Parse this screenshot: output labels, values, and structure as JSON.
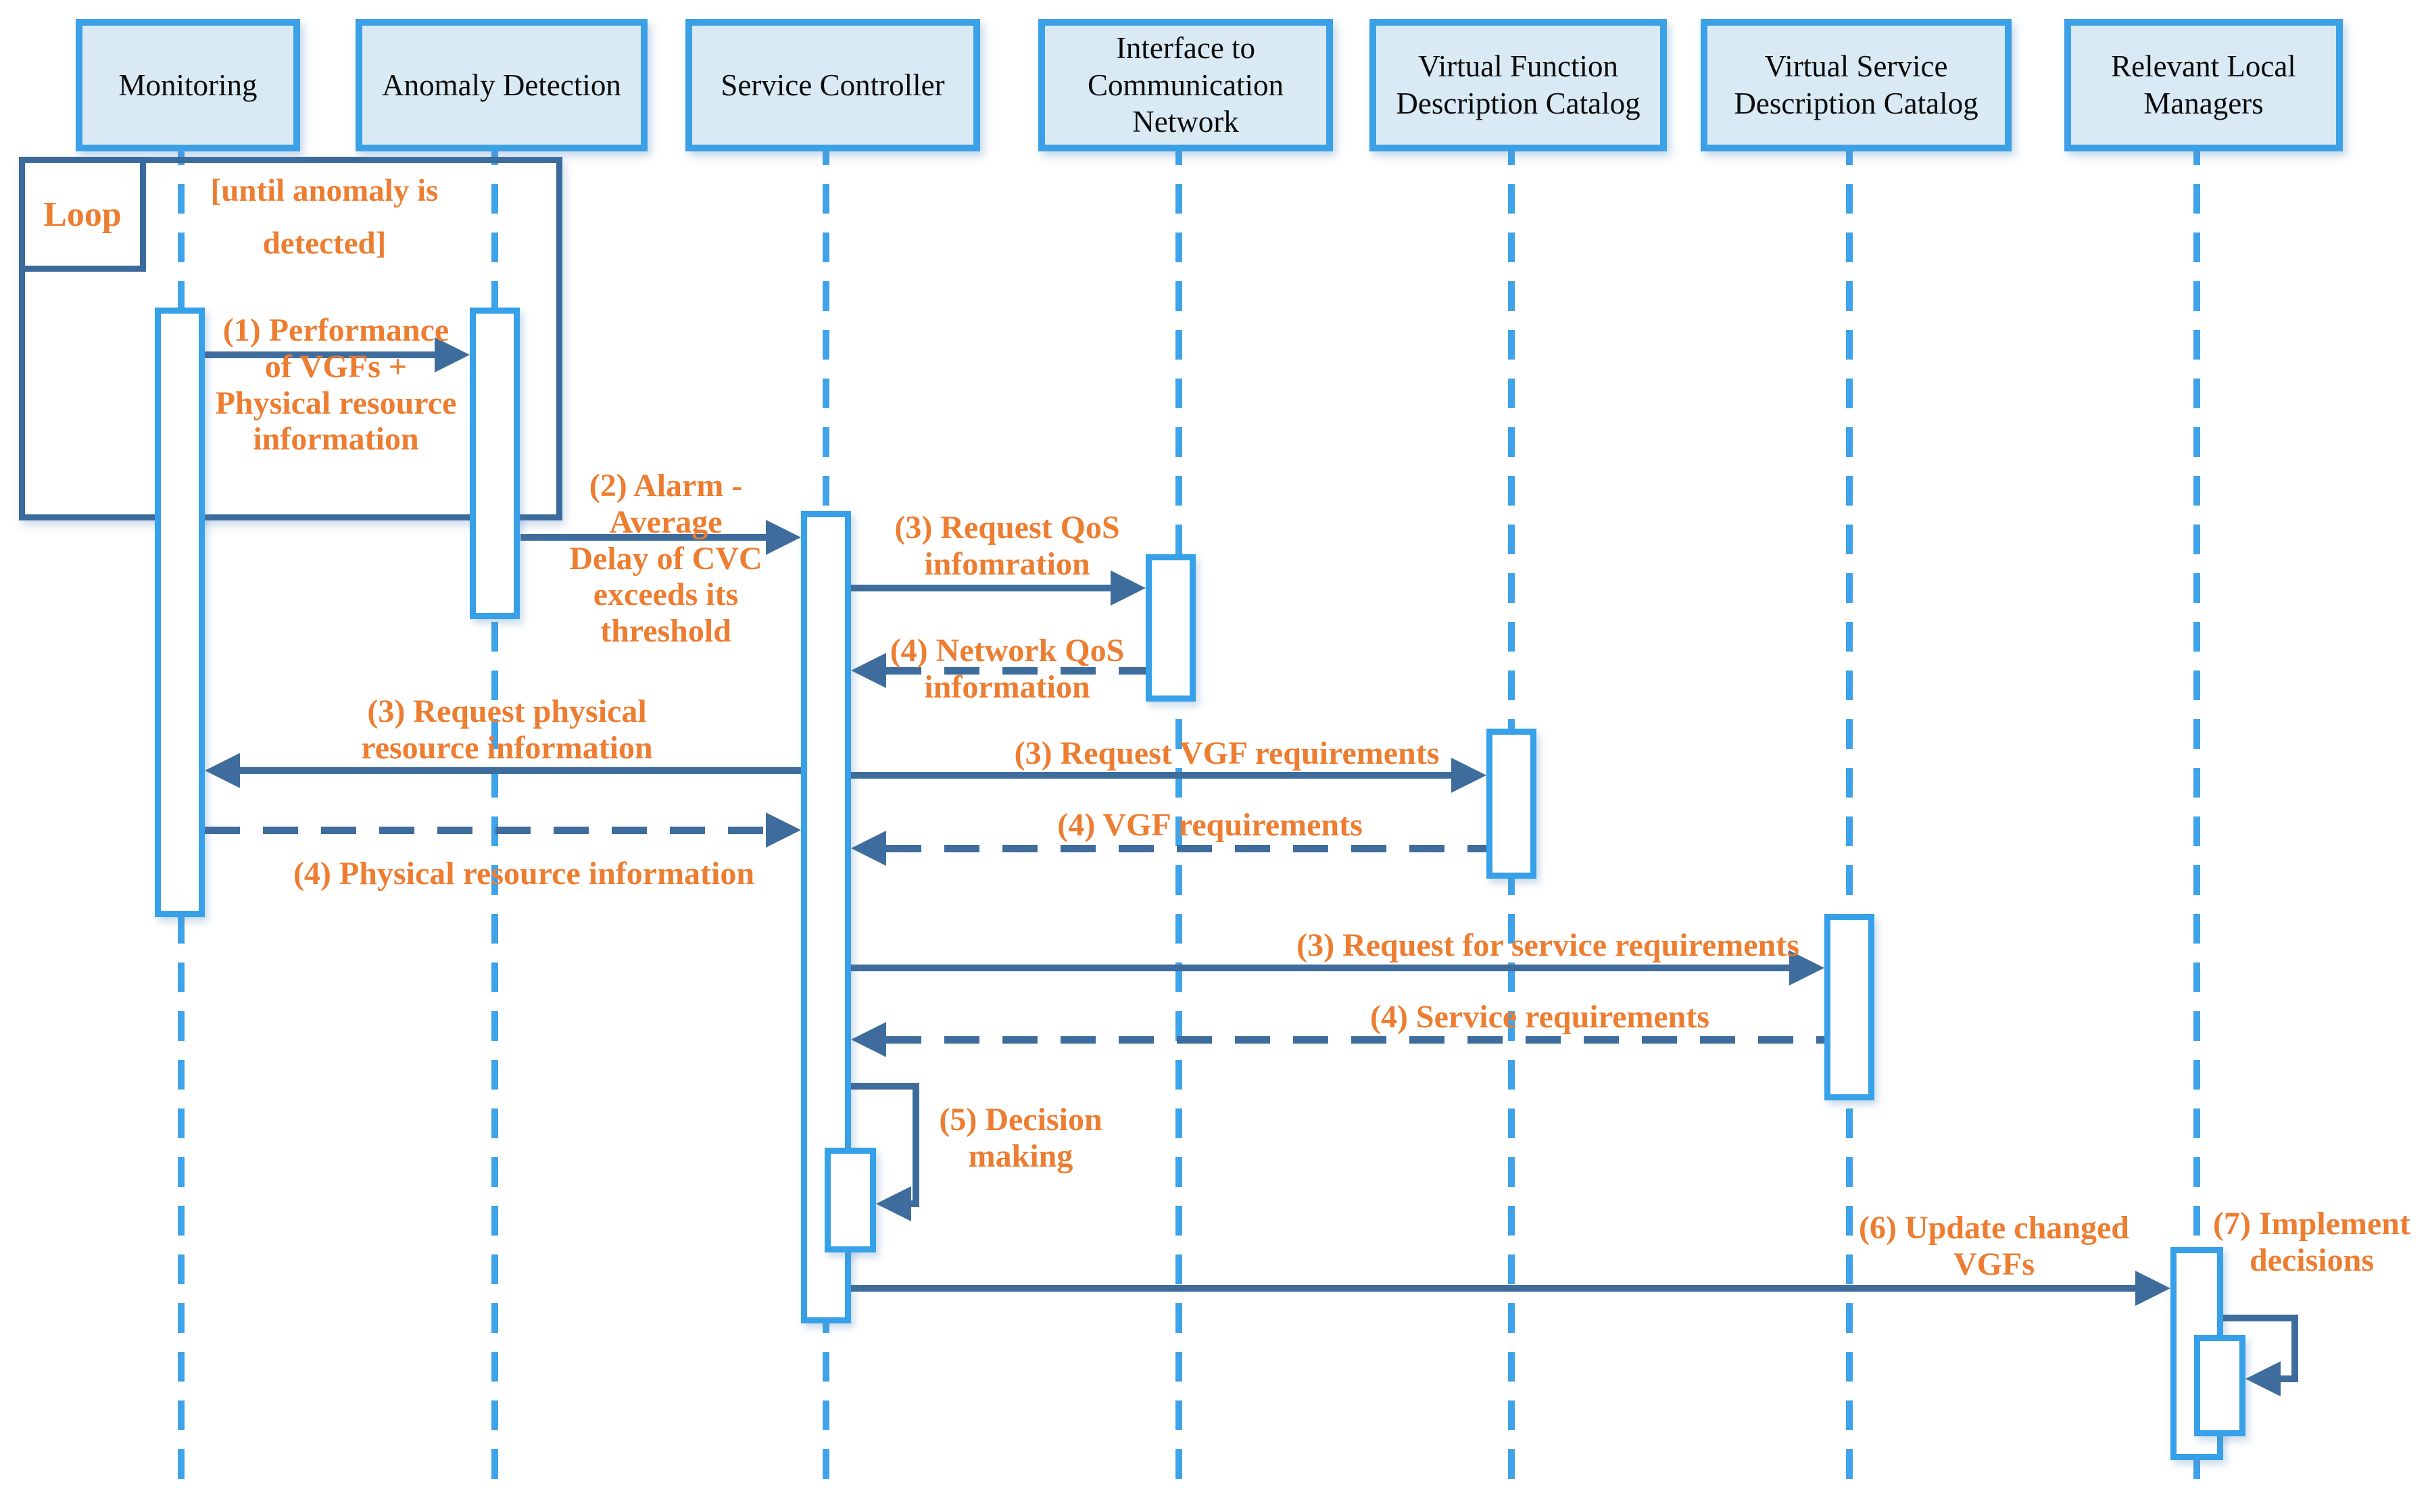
{
  "diagram": {
    "type": "uml-sequence-diagram",
    "colors": {
      "actor_fill": "#D9EAF5",
      "actor_border": "#3BA0E6",
      "activation_border": "#36A0E8",
      "lifeline": "#3FA3E9",
      "arrow": "#3E6D9D",
      "loop_border": "#3A6B9C",
      "message_text": "#ED7D31",
      "actor_text": "#0C0C0C"
    },
    "actors": [
      {
        "label": "Monitoring"
      },
      {
        "label": "Anomaly Detection"
      },
      {
        "label": "Service Controller"
      },
      {
        "label": "Interface to\nCommunication\nNetwork"
      },
      {
        "label": "Virtual Function\nDescription Catalog"
      },
      {
        "label": "Virtual Service\nDescription Catalog"
      },
      {
        "label": "Relevant Local\nManagers"
      }
    ],
    "loop": {
      "label": "Loop",
      "guard": "[until anomaly is\ndetected]"
    },
    "messages": {
      "m1": "(1) Performance\nof VGFs +\nPhysical resource\ninformation",
      "m2": "(2) Alarm -\nAverage\nDelay of CVC\nexceeds its\nthreshold",
      "m3": "(3) Request QoS\ninfomration",
      "m4": "(4) Network QoS\ninformation",
      "m5": "(3) Request physical\nresource information",
      "m6": "(3) Request VGF requirements",
      "m7": "(4) Physical resource information",
      "m8": "(4) VGF requirements",
      "m9": "(3) Request for service requirements",
      "m10": "(4) Service requirements",
      "m11": "(5) Decision\nmaking",
      "m12": "(6) Update changed\nVGFs",
      "m13": "(7) Implement\ndecisions"
    }
  }
}
